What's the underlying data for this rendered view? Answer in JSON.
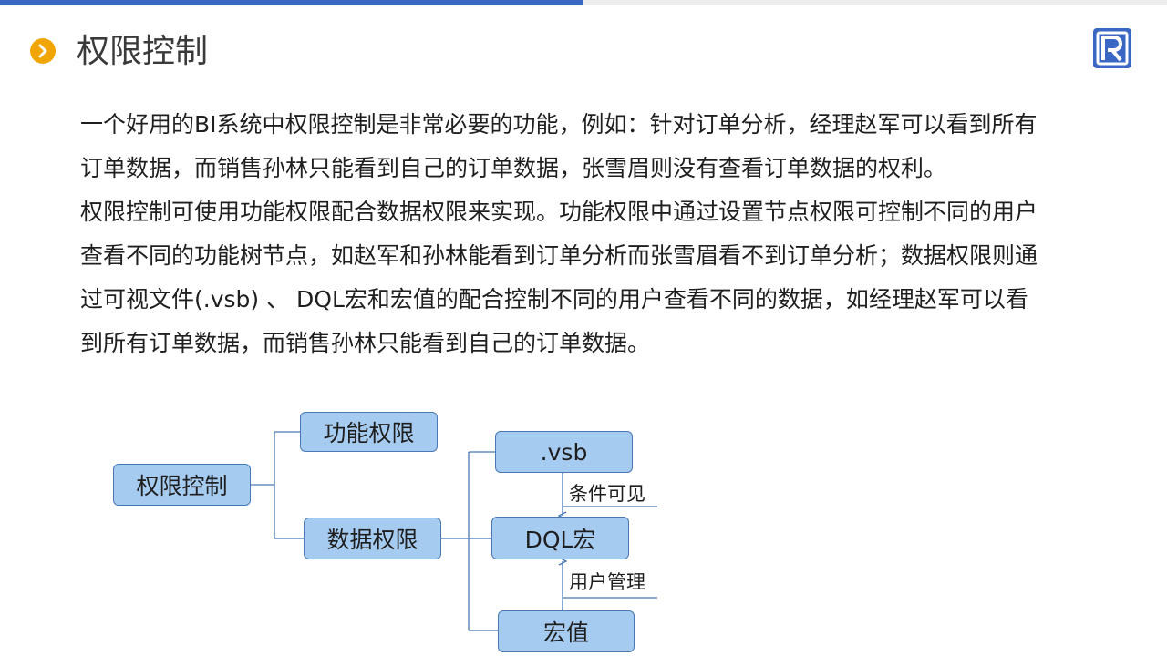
{
  "slide": {
    "title": "权限控制",
    "icons": {
      "bullet": "chevron-right-icon",
      "logo": "r-logo-icon"
    },
    "colors": {
      "accent": "#3a66c4",
      "bullet": "#f0a500",
      "node_fill": "#a6cbf0",
      "node_border": "#4a78b3"
    }
  },
  "body": {
    "paragraph_1": "一个好用的BI系统中权限控制是非常必要的功能，例如：针对订单分析，经理赵军可以看到所有订单数据，而销售孙林只能看到自己的订单数据，张雪眉则没有查看订单数据的权利。",
    "paragraph_2": "权限控制可使用功能权限配合数据权限来实现。功能权限中通过设置节点权限可控制不同的用户查看不同的功能树节点，如赵军和孙林能看到订单分析而张雪眉看不到订单分析；数据权限则通过可视文件(.vsb) 、 DQL宏和宏值的配合控制不同的用户查看不同的数据，如经理赵军可以看到所有订单数据，而销售孙林只能看到自己的订单数据。"
  },
  "diagram": {
    "nodes": {
      "root": "权限控制",
      "function_permission": "功能权限",
      "data_permission": "数据权限",
      "vsb": ".vsb",
      "dql_macro": "DQL宏",
      "macro_value": "宏值"
    },
    "edge_labels": {
      "vsb_to_dql": "条件可见",
      "value_to_dql": "用户管理"
    }
  }
}
